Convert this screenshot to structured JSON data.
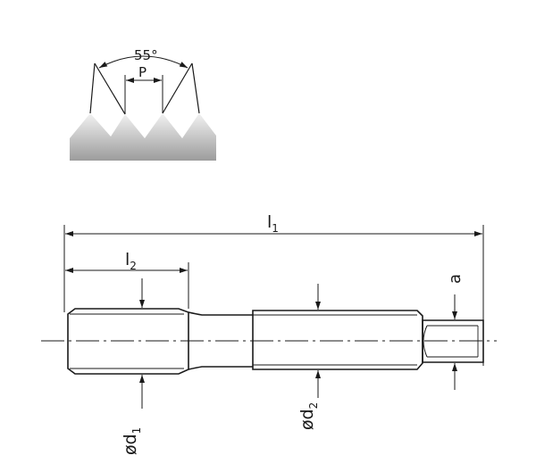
{
  "thread_profile": {
    "angle_label": "55°",
    "pitch_label": "P"
  },
  "dimensions": {
    "total_length": {
      "symbol": "l",
      "sub": "1"
    },
    "thread_length": {
      "symbol": "l",
      "sub": "2"
    },
    "square_size": {
      "symbol": "a"
    },
    "nominal_diameter": {
      "symbol": "ød",
      "sub": "1"
    },
    "shank_diameter": {
      "symbol": "ød",
      "sub": "2"
    }
  },
  "colors": {
    "line": "#1a1a1a",
    "thread_light": "#f4f4f4",
    "thread_dark": "#9a9a9a"
  }
}
